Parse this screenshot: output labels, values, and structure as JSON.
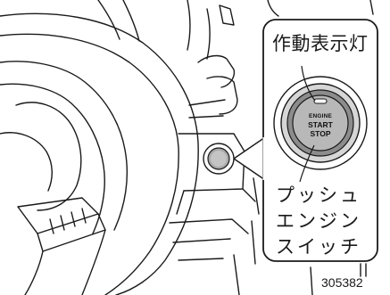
{
  "callout": {
    "indicator_label": "作動表示灯",
    "switch_label_lines": [
      "プッシュ",
      "エンジン",
      "スイッチ"
    ]
  },
  "button": {
    "line1": "ENGINE",
    "line2": "START",
    "line3": "STOP"
  },
  "figure_number": "305382",
  "colors": {
    "line": "#1a1a1a",
    "button_face": "#b8b8b8",
    "button_face_dark": "#8c8c8c",
    "ring": "#d6d6d6"
  }
}
